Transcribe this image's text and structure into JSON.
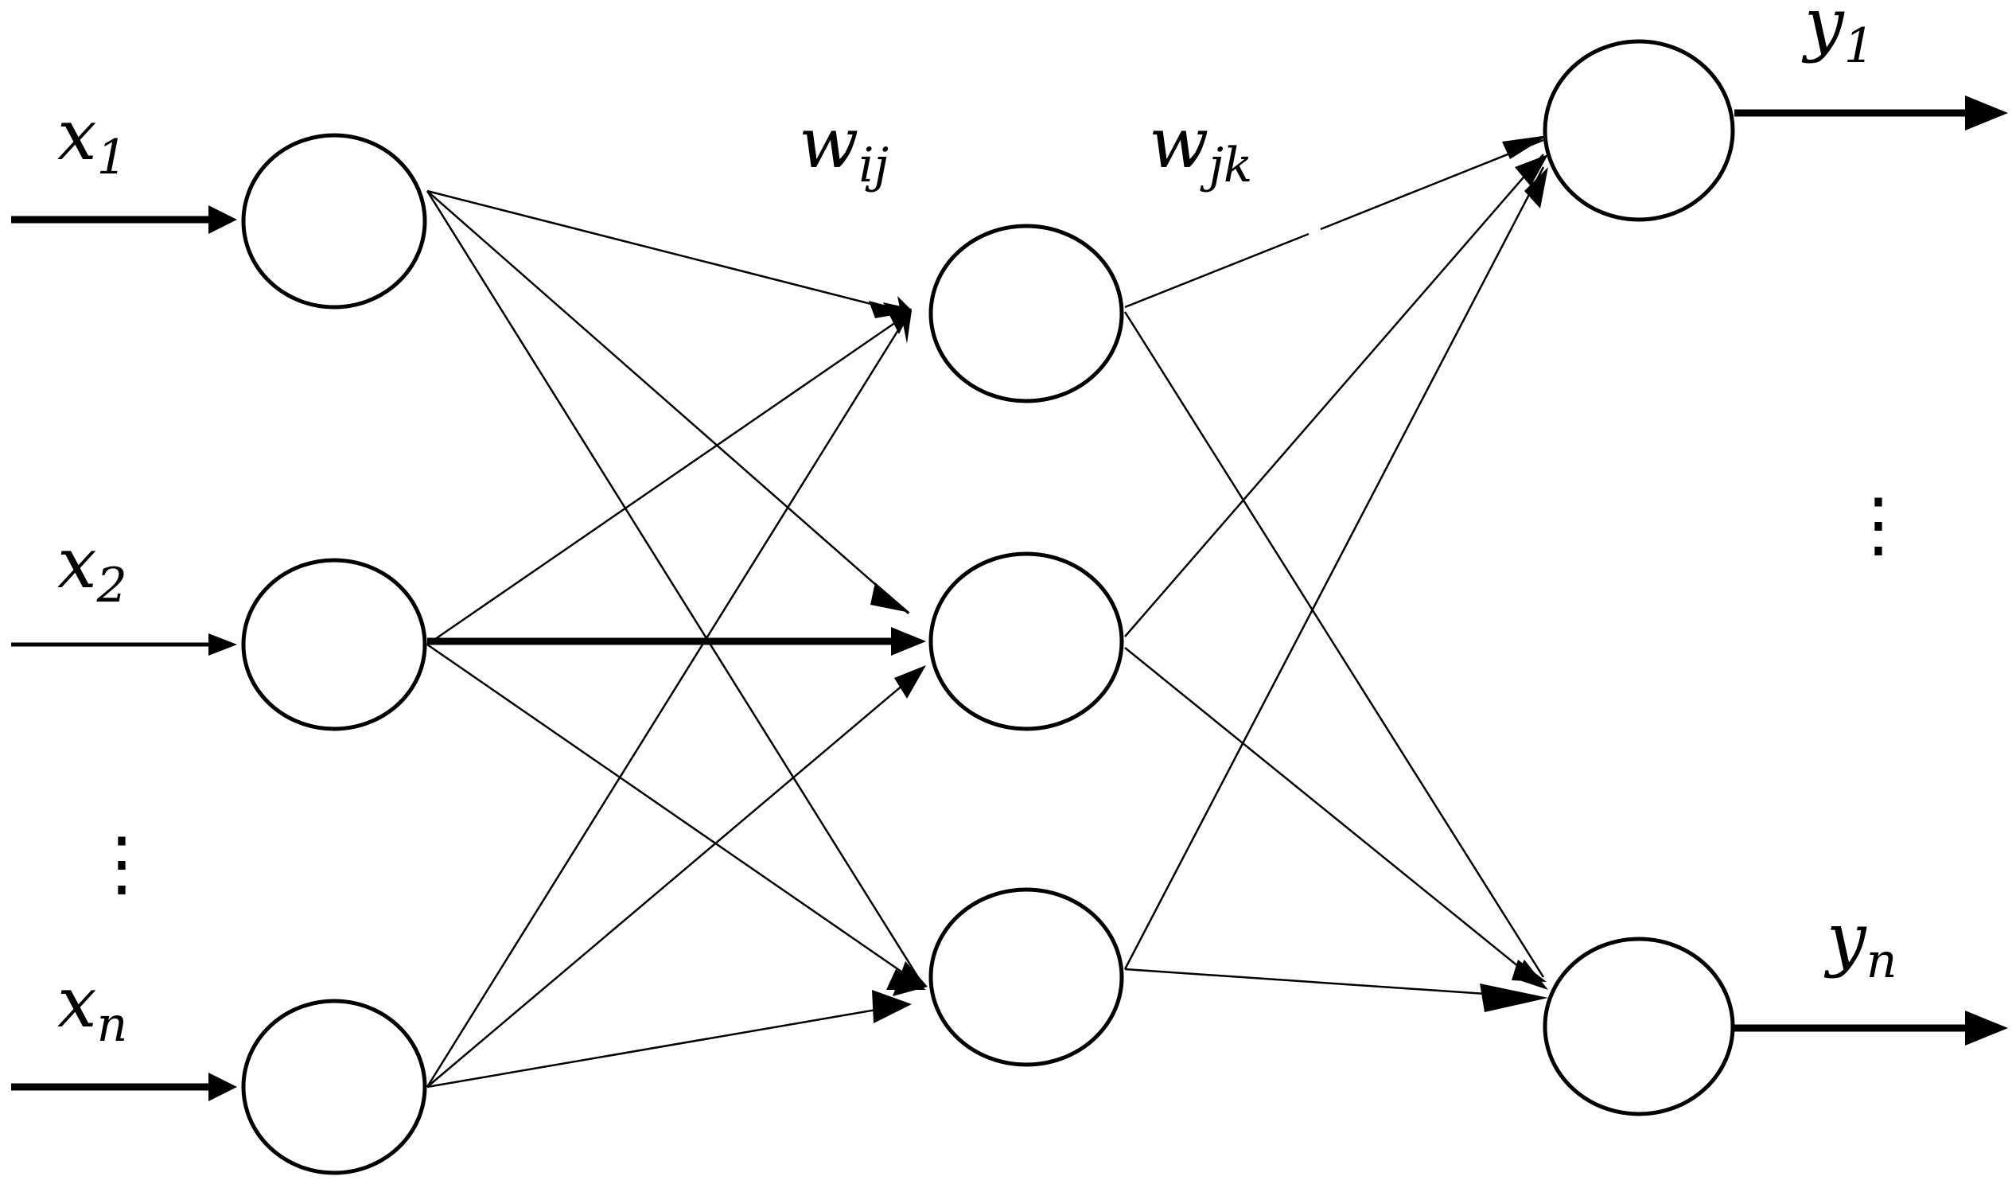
{
  "inputs": [
    {
      "base": "x",
      "sub": "1"
    },
    {
      "base": "x",
      "sub": "2"
    },
    {
      "base": "x",
      "sub": "n"
    }
  ],
  "outputs": [
    {
      "base": "y",
      "sub": "1"
    },
    {
      "base": "y",
      "sub": "n"
    }
  ],
  "weights": [
    {
      "base": "w",
      "sub": "ij"
    },
    {
      "base": "w",
      "sub": "jk"
    }
  ],
  "ellipsis": "⋮",
  "colors": {
    "stroke": "#000000",
    "background": "#ffffff"
  }
}
